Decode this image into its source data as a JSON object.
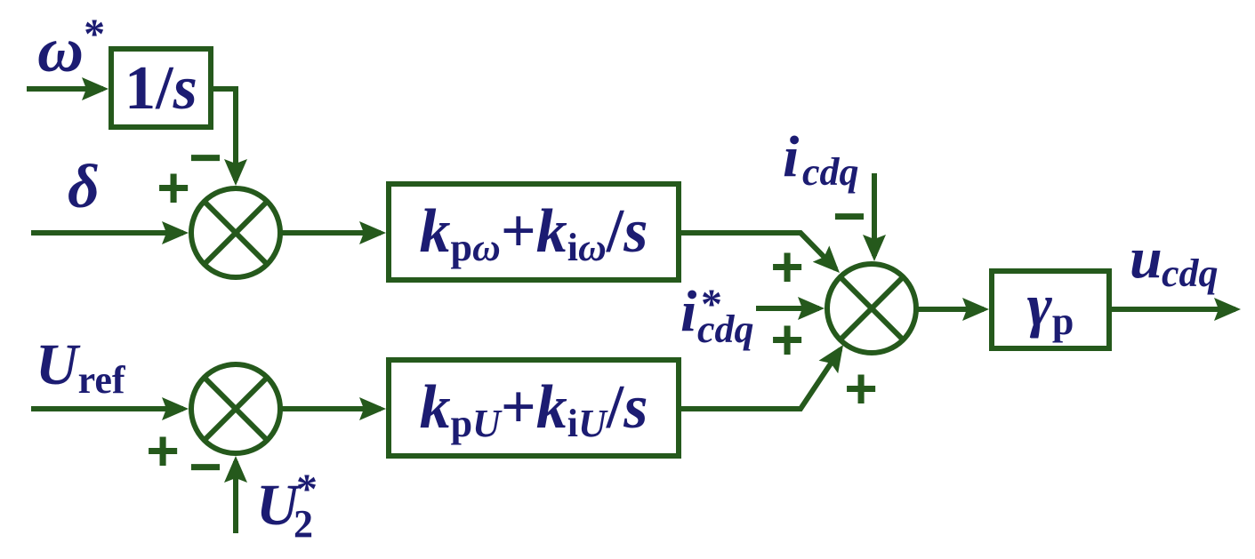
{
  "diagram": {
    "signals": {
      "omega_ref": {
        "symbol": "ω",
        "sup": "*"
      },
      "delta": {
        "symbol": "δ"
      },
      "u_ref": {
        "symbol": "U",
        "sub": "ref"
      },
      "u2_ref": {
        "symbol": "U",
        "sub": "2",
        "sup": "*"
      },
      "i_cdq": {
        "symbol": "i",
        "sub": "cdq"
      },
      "i_cdq_ref": {
        "symbol": "i",
        "sub": "cdq",
        "sup": "*"
      },
      "u_cdq": {
        "symbol": "u",
        "sub": "cdq"
      }
    },
    "blocks": {
      "integrator": {
        "num": "1/",
        "var": "s"
      },
      "pi_omega": {
        "kp": "k",
        "kp_sub": [
          "p",
          "ω"
        ],
        "op": "+",
        "ki": "k",
        "ki_sub": [
          "i",
          "ω"
        ],
        "div": "/",
        "var": "s"
      },
      "pi_u": {
        "kp": "k",
        "kp_sub": [
          "p",
          "U"
        ],
        "op": "+",
        "ki": "k",
        "ki_sub": [
          "i",
          "U"
        ],
        "div": "/",
        "var": "s"
      },
      "gain": {
        "symbol": "γ",
        "sub": "p"
      }
    },
    "summing_junctions": {
      "angle_error": {
        "delta_sign": "+",
        "integrator_sign": "−"
      },
      "voltage_error": {
        "u_ref_sign": "+",
        "u2_ref_sign": "−"
      },
      "current_sum": {
        "pi_omega_sign": "+",
        "i_cdq_sign": "−",
        "i_cdq_ref_sign": "+",
        "pi_u_sign": "+"
      }
    }
  },
  "colors": {
    "wire": "#25591c",
    "label": "#1c1c72"
  }
}
